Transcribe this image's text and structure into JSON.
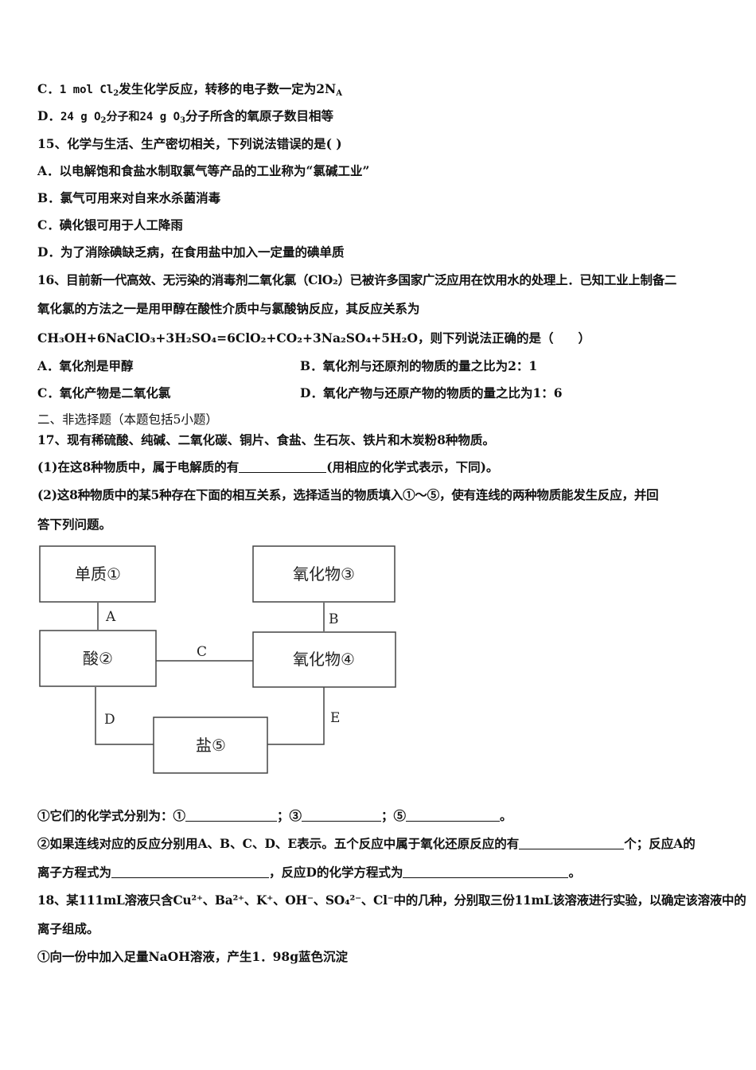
{
  "q14": {
    "optC": {
      "prefix": "C．",
      "text_a": "1 mol Cl",
      "sub": "2",
      "text_b": "发生化学反应，转移的电子数一定为2N",
      "sub2": "A"
    },
    "optD": {
      "prefix": "D．",
      "text_a": "24 g O",
      "sub": "2",
      "text_b": "分子和24 g O",
      "sub2": "3",
      "text_c": "分子所含的氧原子数目相等"
    }
  },
  "q15": {
    "stem": "15、化学与生活、生产密切相关，下列说法错误的是( )",
    "options": [
      {
        "prefix": "A．",
        "text": "以电解饱和食盐水制取氯气等产品的工业称为“氯碱工业”"
      },
      {
        "prefix": "B．",
        "text": "氯气可用来对自来水杀菌消毒"
      },
      {
        "prefix": "C．",
        "text": "碘化银可用于人工降雨"
      },
      {
        "prefix": "D．",
        "text": "为了消除碘缺乏病，在食用盐中加入一定量的碘单质"
      }
    ]
  },
  "q16": {
    "stem_line1": "16、目前新一代高效、无污染的消毒剂二氧化氯（ClO₂）已被许多国家广泛应用在饮用水的处理上．已知工业上制备二",
    "stem_line2": "氧化氯的方法之一是用甲醇在酸性介质中与氯酸钠反应，其反应关系为",
    "equation": "CH₃OH+6NaClO₃+3H₂SO₄=6ClO₂+CO₂+3Na₂SO₄+5H₂O",
    "equation_tail": "，则下列说法正确的是（　　）",
    "optA": {
      "prefix": "A．",
      "text": "氧化剂是甲醇"
    },
    "optB": {
      "prefix": "B．",
      "text": "氧化剂与还原剂的物质的量之比为2：1"
    },
    "optC": {
      "prefix": "C．",
      "text": "氧化产物是二氧化氯"
    },
    "optD": {
      "prefix": "D．",
      "text": "氧化产物与还原产物的物质的量之比为1：6"
    }
  },
  "section2": {
    "heading": "二、非选择题（本题包括5小题）"
  },
  "q17": {
    "stem": "17、现有稀硫酸、纯碱、二氧化碳、铜片、食盐、生石灰、铁片和木炭粉8种物质。",
    "part1_a": "(1)在这8种物质中，属于电解质的有",
    "part1_b": "(用相应的化学式表示，下同)。",
    "part2_line1": "(2)这8种物质中的某5种存在下面的相互关系，选择适当的物质填入①～⑤，使有连线的两种物质能发生反应，并回",
    "part2_line2": "答下列问题。",
    "diagram": {
      "boxes": {
        "b1": "单质①",
        "b3": "氧化物③",
        "b2": "酸②",
        "b4": "氧化物④",
        "b5": "盐⑤"
      },
      "edges": {
        "A": "A",
        "B": "B",
        "C": "C",
        "D": "D",
        "E": "E"
      }
    },
    "sub1_a": "①它们的化学式分别为：①",
    "sub1_b": "；③",
    "sub1_c": "；⑤",
    "sub1_d": "。",
    "sub2_a": "②如果连线对应的反应分别用A、B、C、D、E表示。五个反应中属于氧化还原反应的有",
    "sub2_b": "个；反应A的",
    "sub2_c": "离子方程式为",
    "sub2_d": "，反应D的化学方程式为",
    "sub2_e": "。"
  },
  "q18": {
    "stem_a": "18、某111mL溶液只含Cu²⁺、Ba²⁺、K⁺、OH⁻、SO₄²⁻、Cl⁻中的几种，分别取三份11mL该溶液进行实验，以确定该溶液中的",
    "stem_b": "离子组成。",
    "step1": "①向一份中加入足量NaOH溶液，产生1．98g蓝色沉淀"
  }
}
